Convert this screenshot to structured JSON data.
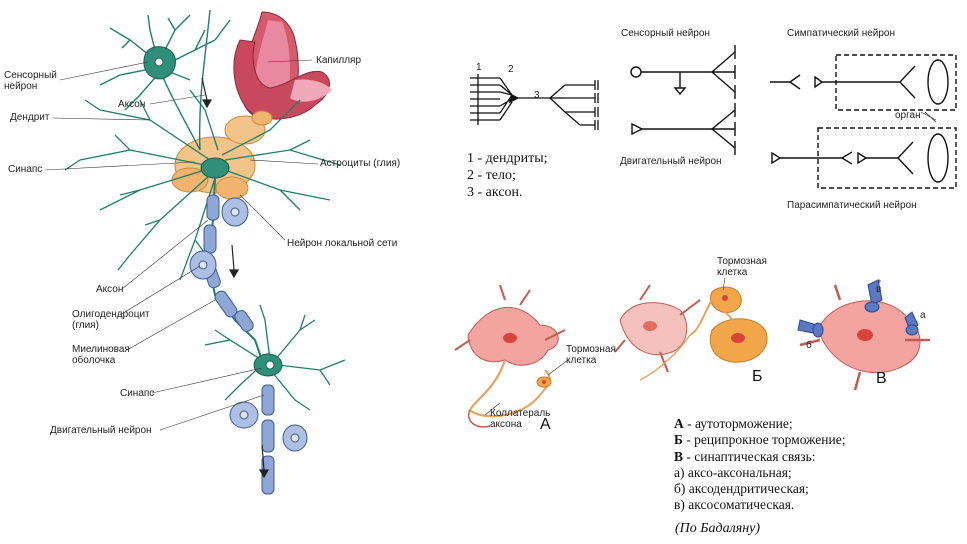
{
  "left_diagram": {
    "labels": {
      "sensory_neuron": [
        "Сенсорный",
        "нейрон"
      ],
      "axon_top": "Аксон",
      "capillary": "Капилляр",
      "dendrite": "Дендрит",
      "synapse_top": "Синапс",
      "astrocytes": "Астроциты (глия)",
      "local_neuron": "Нейрон локальной сети",
      "axon_mid": "Аксон",
      "oligodendrocyte": [
        "Олигодендроцит",
        "(глия)"
      ],
      "myelin": [
        "Миелиновая",
        "оболочка"
      ],
      "synapse_bottom": "Синапс",
      "motor_neuron": "Двигательный нейрон"
    }
  },
  "schema": {
    "num_1": "1",
    "num_2": "2",
    "num_3": "3",
    "legend": [
      "1 - дендриты;",
      "2 - тело;",
      "3 - аксон."
    ],
    "sensory_title": "Сенсорный нейрон",
    "motor_title": "Двигательный нейрон",
    "sympathetic_title": "Симпатический нейрон",
    "parasympathetic_title": "Парасимпатический нейрон",
    "organ": "орган"
  },
  "inhibition": {
    "inhibitory_cell_1": [
      "Тормозная",
      "клетка"
    ],
    "inhibitory_cell_2": [
      "Тормозная",
      "клетка"
    ],
    "collateral": [
      "Коллатераль",
      "аксона"
    ],
    "letter_a": "А",
    "letter_b": "Б",
    "letter_v": "В",
    "small_a": "а",
    "small_b": "б",
    "small_v": "в",
    "caption": [
      {
        "key": "А",
        "text": " - аутоторможение;"
      },
      {
        "key": "Б",
        "text": " - реципрокное торможение;"
      },
      {
        "key": "В",
        "text": " - синаптическая связь:"
      },
      {
        "key": "",
        "text": "а) аксо-аксональная;"
      },
      {
        "key": "",
        "text": "б) аксодендритическая;"
      },
      {
        "key": "",
        "text": "в) аксосоматическая."
      }
    ],
    "source": "(По Бадаляну)"
  },
  "colors": {
    "neuron_green": "#1e7f6a",
    "capillary_red": "#c8485e",
    "glia_orange": "#f0b46e",
    "myelin_blue": "#8ea7d6",
    "cell_pink": "#f3a3a0",
    "cell_orange": "#f2a64a",
    "nucleus_red": "#d8443a"
  }
}
